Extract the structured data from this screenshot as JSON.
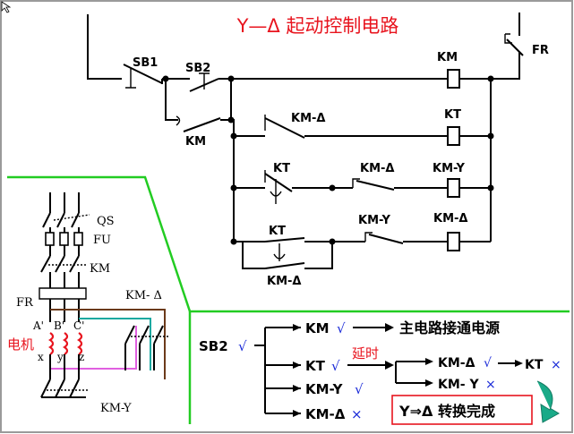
{
  "title": "Y—Δ 起动控制电路",
  "control": {
    "sb1": "SB1",
    "sb2": "SB2",
    "km_hold": "KM",
    "fr": "FR",
    "km_coil": "KM",
    "kmd_contact": "KM-Δ",
    "kt_coil": "KT",
    "kt_contact_1": "KT",
    "kmd_contact_2": "KM-Δ",
    "kmy_coil": "KM-Y",
    "kt_contact_2": "KT",
    "kmy_contact": "KM-Y",
    "kmd_coil": "KM-Δ",
    "kmd_hold": "KM-Δ"
  },
  "main_circuit": {
    "qs": "QS",
    "fu": "FU",
    "km": "KM",
    "fr": "FR",
    "kmd": "KM- Δ",
    "motor": "电机",
    "a": "A'",
    "b": "B'",
    "c": "C'",
    "x": "x",
    "y": "y",
    "z": "z",
    "kmy": "KM-Y"
  },
  "sequence": {
    "sb2": "SB2",
    "check": "√",
    "cross": "×",
    "km": "KM",
    "km_result": "主电路接通电源",
    "kt": "KT",
    "delay": "延时",
    "kmd_1": "KM-Δ",
    "kt_off": "KT",
    "kmy_off": "KM- Y",
    "kmy": "KM-Y",
    "kmd": "KM-Δ",
    "result": "Y⇒Δ 转换完成"
  },
  "colors": {
    "title": "#e8141e",
    "divider": "#22cc22",
    "check": "#1a2ad8",
    "motor": "#e8141e",
    "wire_teal": "#18a8a0",
    "wire_magenta": "#e060e0",
    "wire_brown": "#6b3a1a",
    "arrow": "#1aaa88",
    "box": "#e8141e"
  }
}
